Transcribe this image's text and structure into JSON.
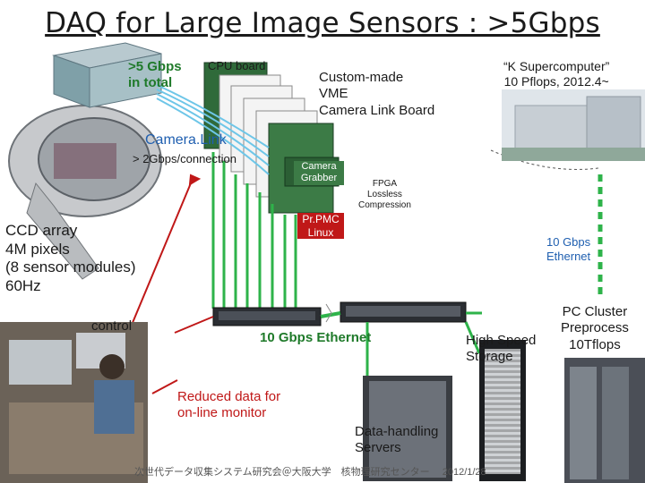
{
  "title": "DAQ for Large Image Sensors : >5Gbps",
  "labels": {
    "total_rate": ">5 Gbps\nin total",
    "cpu_board": "CPU board",
    "custom_board": "Custom-made\nVME\nCamera Link Board",
    "k_super": "“K Supercomputer”\n10 Pflops, 2012.4~",
    "camera_link": "Camera.Link",
    "per_connection": "> 2Gbps/connection",
    "camera_grabber": "Camera\nGrabber",
    "fpga": "FPGA\nLossless\nCompression",
    "prpmc": "Pr.PMC\nLinux",
    "ccd": "CCD array\n4M pixels\n(8 sensor modules)\n60Hz",
    "ethernet_10g_right": "10 Gbps\nEthernet",
    "control": "control",
    "ethernet_10g_mid": "10 Gbps Ethernet",
    "storage": "High Speed\nStorage",
    "pc_cluster": "PC Cluster\nPreprocess\n10Tflops",
    "reduced": "Reduced data for\non-line monitor",
    "servers": "Data-handling\nServers",
    "footer": "次世代データ収集システム研究会＠大阪大学　核物理研究センター　 2012/1/28"
  },
  "colors": {
    "green_link": "#2eb34a",
    "red_link": "#c01818",
    "label_green": "#1f7a2a",
    "label_blue": "#1f5fb0",
    "board_green": "#2f6a3a"
  }
}
